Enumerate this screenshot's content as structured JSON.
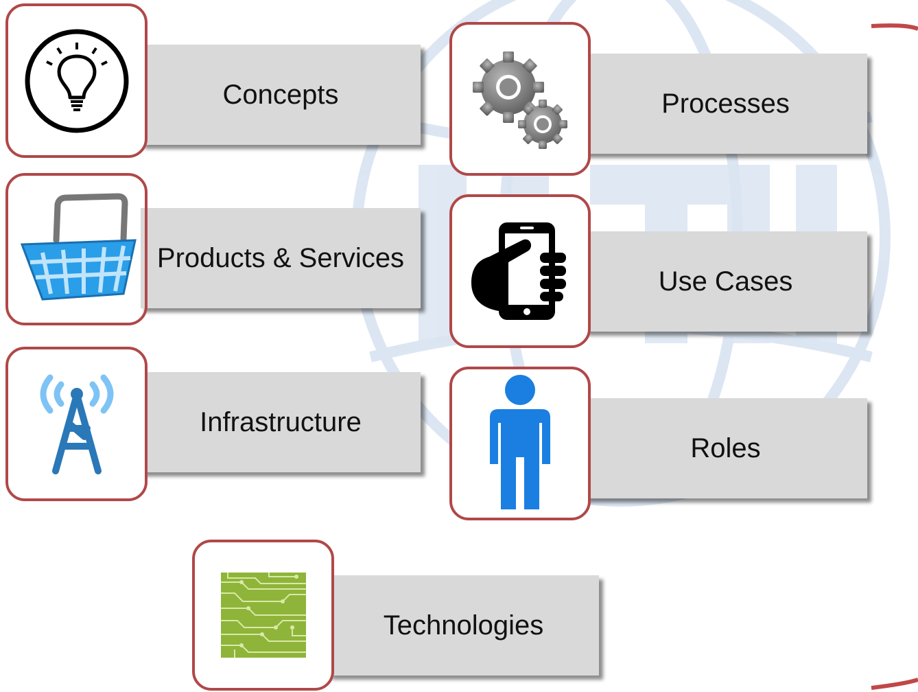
{
  "items": [
    {
      "label": "Concepts",
      "icon": "lightbulb-icon"
    },
    {
      "label": "Products & Services",
      "icon": "shopping-basket-icon"
    },
    {
      "label": "Infrastructure",
      "icon": "antenna-tower-icon"
    },
    {
      "label": "Processes",
      "icon": "gears-icon"
    },
    {
      "label": "Use Cases",
      "icon": "hand-holding-phone-icon"
    },
    {
      "label": "Roles",
      "icon": "person-icon"
    },
    {
      "label": "Technologies",
      "icon": "circuit-board-icon"
    }
  ],
  "colors": {
    "icon_border": "#b04848",
    "label_fill": "#d9d9d9",
    "watermark": "#c9d8ec",
    "basket": "#2a9ee8",
    "antenna": "#2a78b8",
    "person": "#1a7fe0",
    "circuit": "#8fb43a"
  }
}
